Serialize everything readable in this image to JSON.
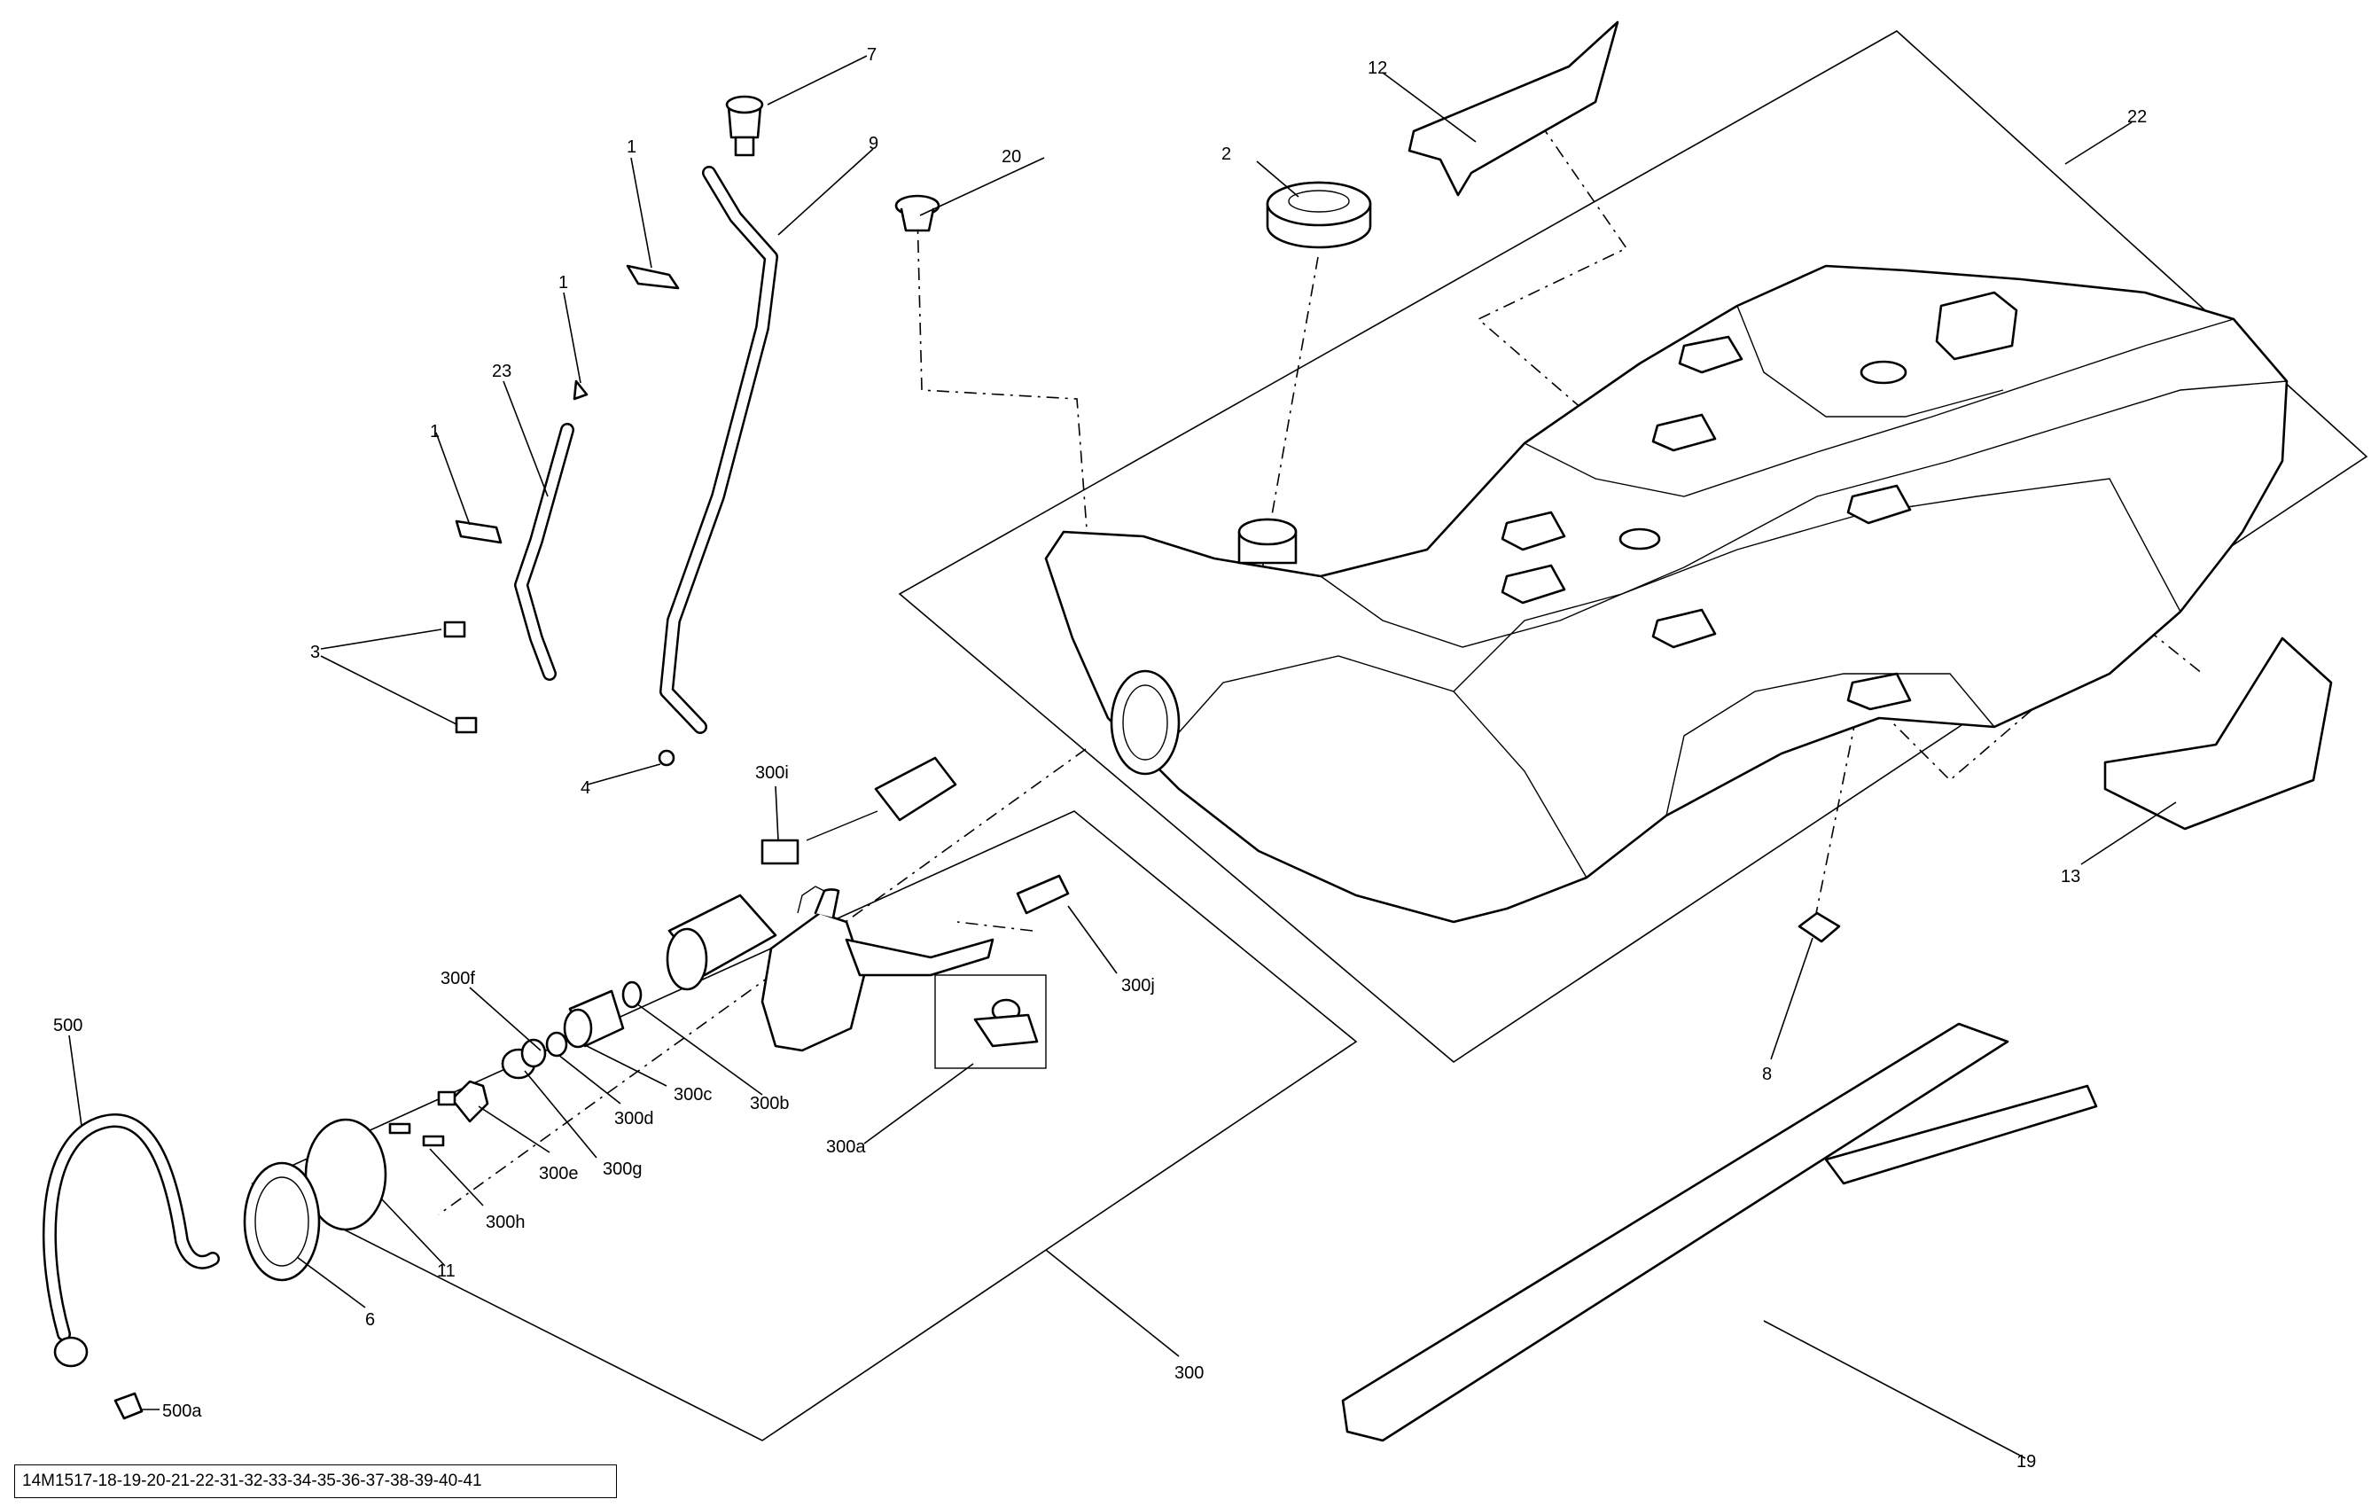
{
  "diagram_code": "14M1517-18-19-20-21-22-31-32-33-34-35-36-37-38-39-40-41",
  "callouts": {
    "c1a": "1",
    "c1b": "1",
    "c1c": "1",
    "c2": "2",
    "c3": "3",
    "c4": "4",
    "c6": "6",
    "c7": "7",
    "c8": "8",
    "c9": "9",
    "c11": "11",
    "c12": "12",
    "c13": "13",
    "c19": "19",
    "c20": "20",
    "c22": "22",
    "c23": "23",
    "c300": "300",
    "c300a": "300a",
    "c300b": "300b",
    "c300c": "300c",
    "c300d": "300d",
    "c300e": "300e",
    "c300f": "300f",
    "c300g": "300g",
    "c300h": "300h",
    "c300i": "300i",
    "c300j": "300j",
    "c500": "500",
    "c500a": "500a"
  }
}
